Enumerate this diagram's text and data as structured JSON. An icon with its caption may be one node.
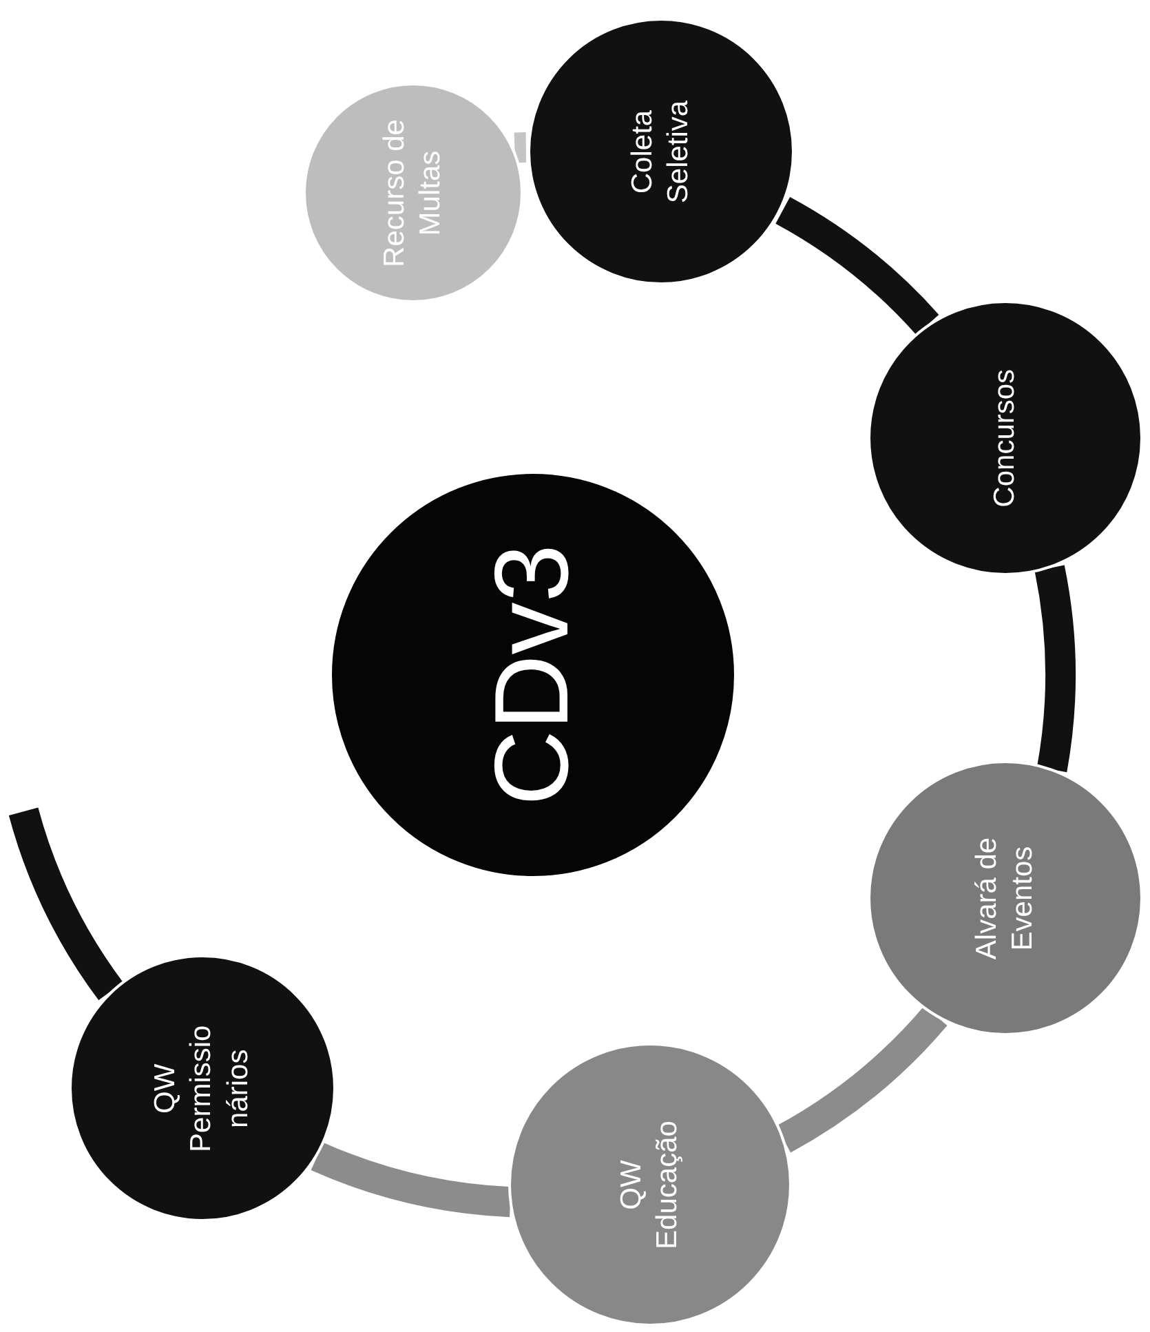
{
  "diagram": {
    "nodes": [
      {
        "text": [
          "CDv3"
        ]
      },
      {
        "text": [
          "Recurso de Multas"
        ]
      },
      {
        "text": [
          "Coleta Seletiva"
        ]
      },
      {
        "text": [
          "Concursos"
        ]
      },
      {
        "text": [
          "Alvará de Eventos"
        ]
      },
      {
        "text": [
          "QW Educação"
        ]
      },
      {
        "text": [
          "QW Permissio nários"
        ]
      }
    ],
    "edges": [
      {
        "from": 1,
        "to": 2,
        "arrow": "none",
        "color": "#c4c4c4"
      },
      {
        "from": 2,
        "to": 3,
        "arrow": "none"
      },
      {
        "from": 3,
        "to": 4,
        "arrow": "none"
      },
      {
        "from": 4,
        "to": 5,
        "arrow": "none",
        "color": "#8c8c8c"
      },
      {
        "from": 5,
        "to": 6,
        "arrow": "none",
        "color": "#8c8c8c"
      },
      {
        "from": 6,
        "to": null,
        "arrow": "none"
      }
    ]
  }
}
